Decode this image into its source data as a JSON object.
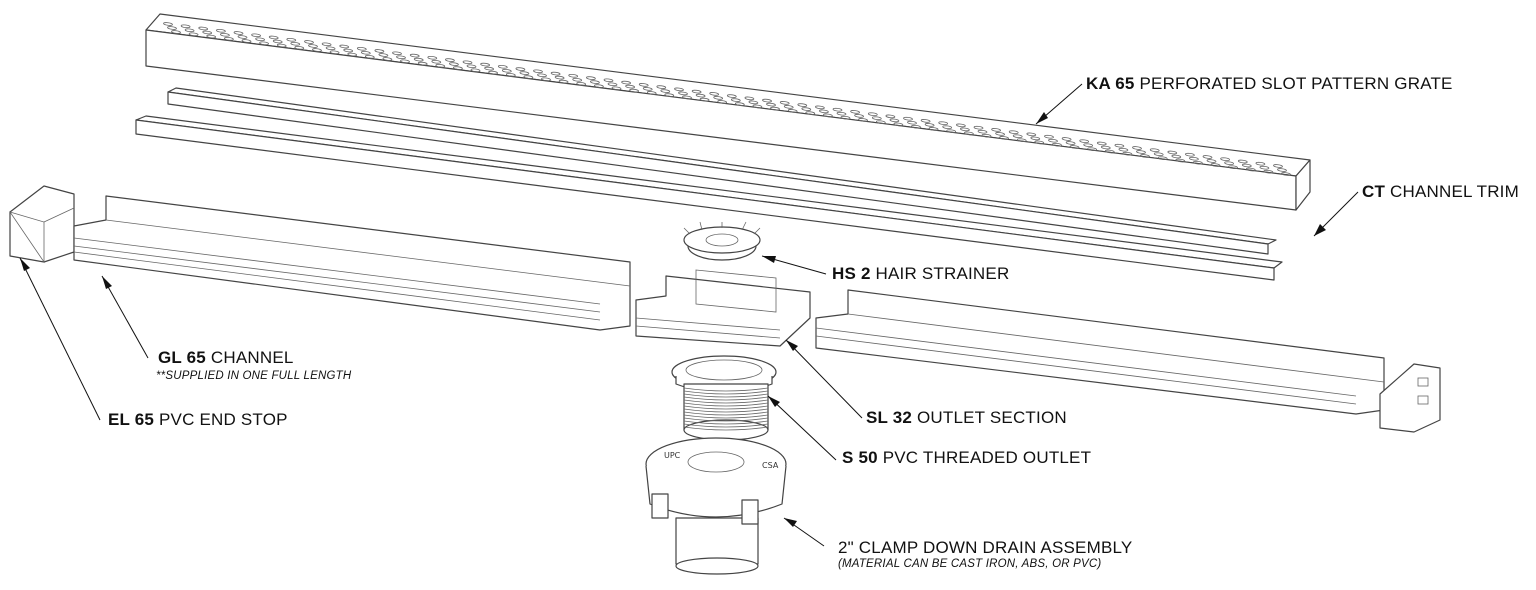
{
  "labels": {
    "grate": {
      "code": "KA 65",
      "text": "PERFORATED SLOT PATTERN GRATE"
    },
    "trim": {
      "code": "CT",
      "text": "CHANNEL TRIM"
    },
    "strainer": {
      "code": "HS 2",
      "text": "HAIR STRAINER"
    },
    "channel": {
      "code": "GL 65",
      "text": "CHANNEL",
      "note": "**SUPPLIED IN ONE FULL LENGTH"
    },
    "outlet_section": {
      "code": "SL 32",
      "text": "OUTLET SECTION"
    },
    "end_stop": {
      "code": "EL 65",
      "text": "PVC END STOP"
    },
    "threaded_outlet": {
      "code": "S 50",
      "text": "PVC THREADED OUTLET"
    },
    "clamp_drain": {
      "code": "",
      "text": "2\" CLAMP DOWN DRAIN ASSEMBLY",
      "note": "(MATERIAL CAN BE CAST IRON, ABS, OR PVC)"
    }
  },
  "markings": {
    "upc": "UPC",
    "csa": "CSA"
  }
}
